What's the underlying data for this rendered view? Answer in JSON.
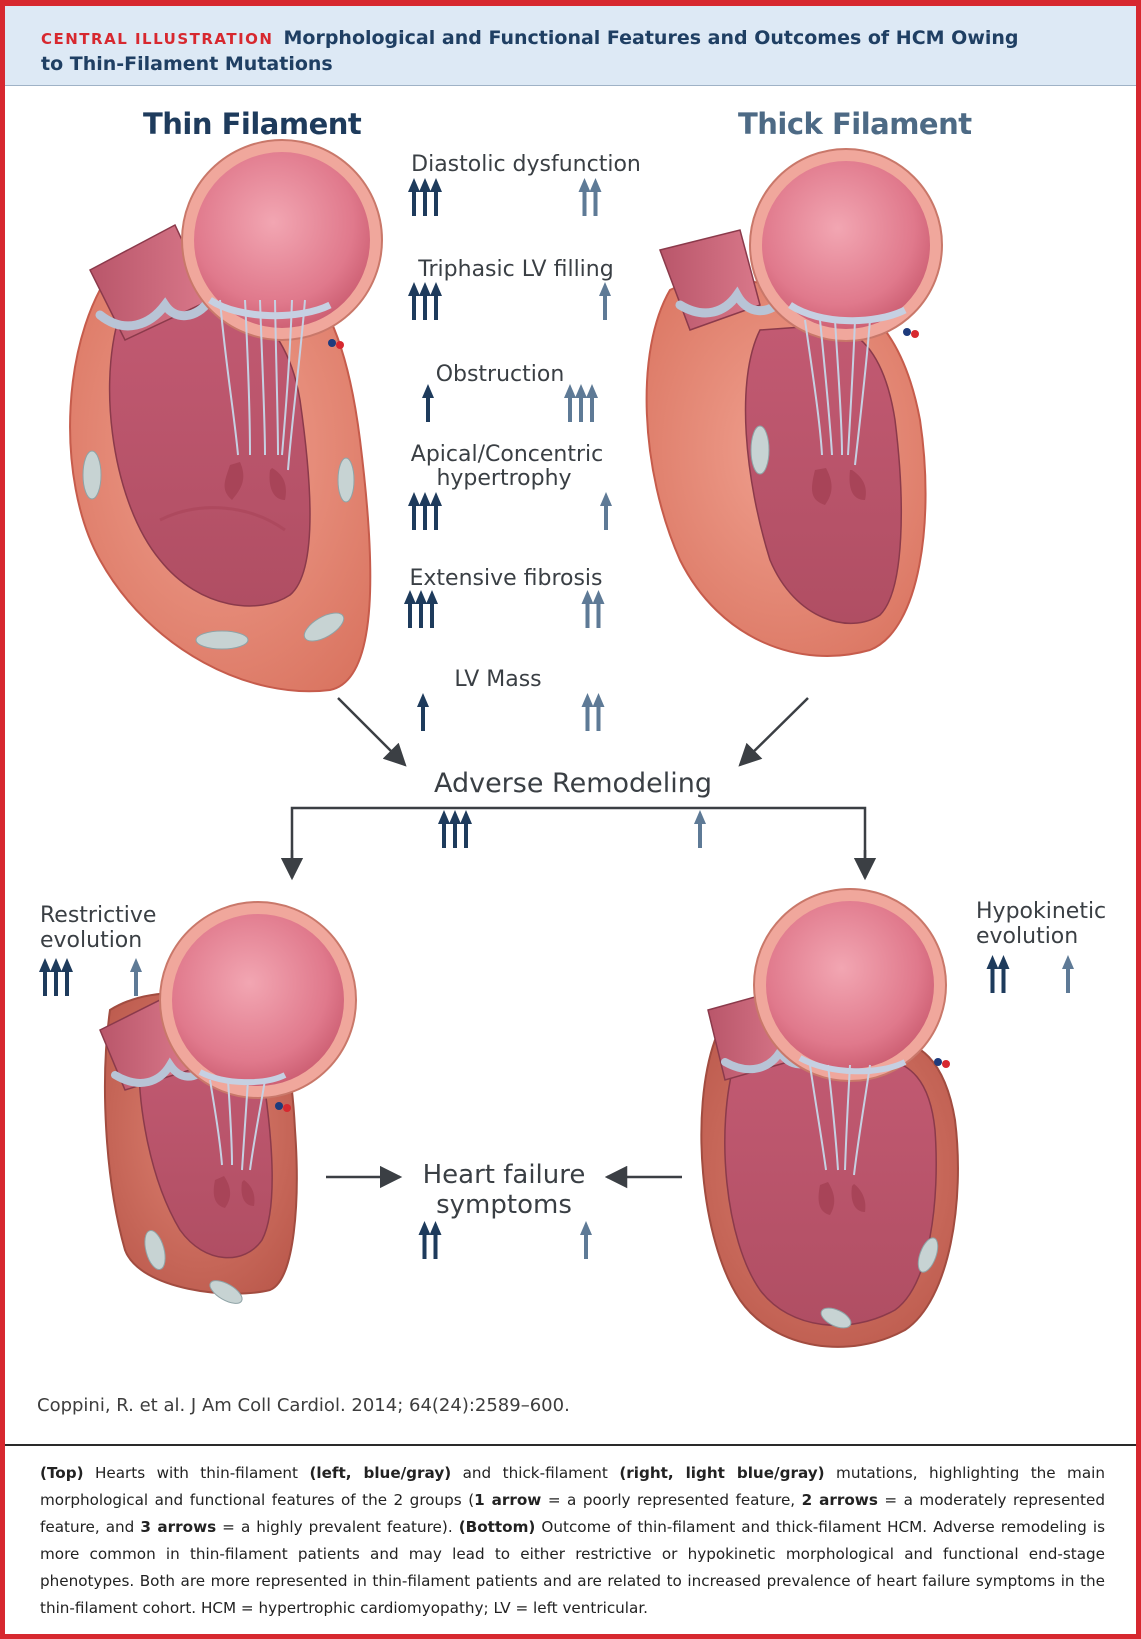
{
  "header": {
    "label": "CENTRAL ILLUSTRATION",
    "title": "Morphological and Functional Features and Outcomes of HCM Owing to Thin-Filament Mutations"
  },
  "columns": {
    "thin": "Thin Filament",
    "thick": "Thick Filament"
  },
  "features": [
    {
      "label": "Diastolic dysfunction",
      "thin_arrows": 3,
      "thick_arrows": 2
    },
    {
      "label": "Triphasic LV filling",
      "thin_arrows": 3,
      "thick_arrows": 1
    },
    {
      "label": "Obstruction",
      "thin_arrows": 1,
      "thick_arrows": 3
    },
    {
      "label": "Apical/Concentric hypertrophy",
      "label_line1": "Apical/Concentric",
      "label_line2": "hypertrophy",
      "thin_arrows": 3,
      "thick_arrows": 1
    },
    {
      "label": "Extensive fibrosis",
      "thin_arrows": 3,
      "thick_arrows": 2
    },
    {
      "label": "LV Mass",
      "thin_arrows": 1,
      "thick_arrows": 2
    }
  ],
  "remodeling": {
    "label": "Adverse Remodeling",
    "thin_arrows": 3,
    "thick_arrows": 1
  },
  "restrictive": {
    "line1": "Restrictive",
    "line2": "evolution",
    "thin_arrows": 3,
    "thick_arrows": 1
  },
  "hypokinetic": {
    "line1": "Hypokinetic",
    "line2": "evolution",
    "thin_arrows": 2,
    "thick_arrows": 1
  },
  "heart_failure": {
    "line1": "Heart failure",
    "line2": "symptoms",
    "thin_arrows": 2,
    "thick_arrows": 1
  },
  "colors": {
    "thin_arrow": "#1e3b5c",
    "thick_arrow": "#5e7a96",
    "frame": "#d7282f",
    "header_bg": "#dde9f5"
  },
  "citation": "Coppini, R. et al. J Am Coll Cardiol. 2014; 64(24):2589–600.",
  "caption": {
    "top_label": "(Top)",
    "t1": " Hearts with thin-filament ",
    "left_note": "(left, blue/gray)",
    "t2": " and thick-filament ",
    "right_note": "(right, light blue/gray)",
    "t3": " mutations, highlighting the main morphological and functional features of the 2 groups (",
    "one_arrow": "1 arrow",
    "t4": " = a poorly represented feature, ",
    "two_arrows": "2 arrows",
    "t5": " = a moderately represented feature, and ",
    "three_arrows": "3 arrows",
    "t6": " = a highly prevalent feature). ",
    "bottom_label": "(Bottom)",
    "t7": " Outcome of thin-filament and thick-filament HCM. Adverse remodeling is more common in thin-filament patients and may lead to either restrictive or hypokinetic morphological and functional end-stage phenotypes. Both are more represented in thin-filament patients and are related to increased prevalence of heart failure symptoms in the thin-filament cohort. HCM = hypertrophic cardiomyopathy; LV = left ventricular."
  }
}
